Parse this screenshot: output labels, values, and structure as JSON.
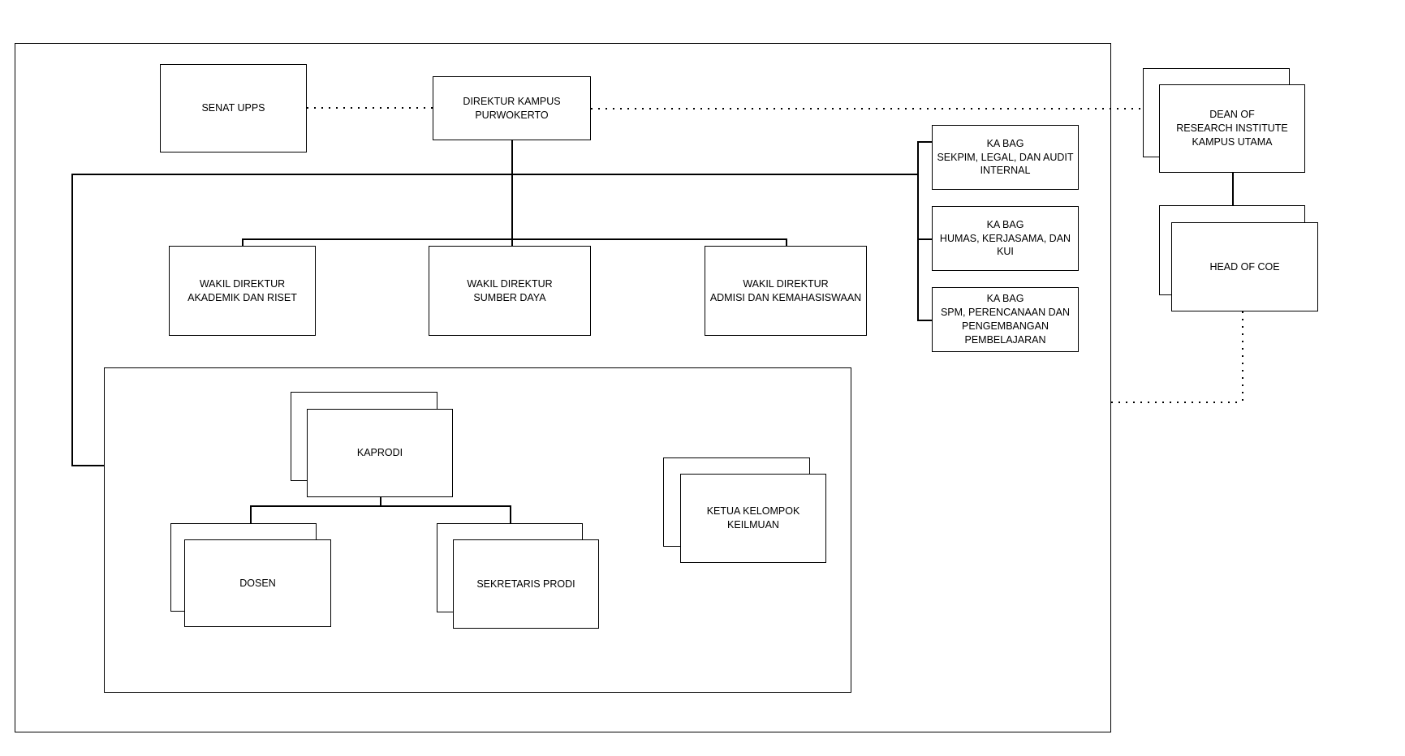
{
  "diagram": {
    "type": "org-chart",
    "colors": {
      "line": "#000000",
      "box_border": "#000000",
      "box_fill": "#ffffff",
      "text": "#000000",
      "background": "#ffffff"
    },
    "nodes": {
      "senat": {
        "label": "SENAT UPPS"
      },
      "direktur": {
        "label": "DIREKTUR KAMPUS\nPURWOKERTO"
      },
      "wakil_akademik": {
        "label": "WAKIL DIREKTUR\nAKADEMIK DAN RISET"
      },
      "wakil_sumber": {
        "label": "WAKIL DIREKTUR\nSUMBER DAYA"
      },
      "wakil_admisi": {
        "label": "WAKIL DIREKTUR\nADMISI DAN KEMAHASISWAAN"
      },
      "kabag_sekpim": {
        "label": "KA BAG\nSEKPIM, LEGAL, DAN AUDIT\nINTERNAL"
      },
      "kabag_humas": {
        "label": "KA BAG\nHUMAS, KERJASAMA, DAN\nKUI"
      },
      "kabag_spm": {
        "label": "KA BAG\nSPM, PERENCANAAN DAN\nPENGEMBANGAN\nPEMBELAJARAN"
      },
      "dean": {
        "label": "DEAN OF\nRESEARCH INSTITUTE\nKAMPUS UTAMA"
      },
      "head_coe": {
        "label": "HEAD OF COE"
      },
      "kaprodi": {
        "label": "KAPRODI"
      },
      "dosen": {
        "label": "DOSEN"
      },
      "sekretaris": {
        "label": "SEKRETARIS PRODI"
      },
      "ketua_kelompok": {
        "label": "KETUA KELOMPOK\nKEILMUAN"
      }
    }
  }
}
